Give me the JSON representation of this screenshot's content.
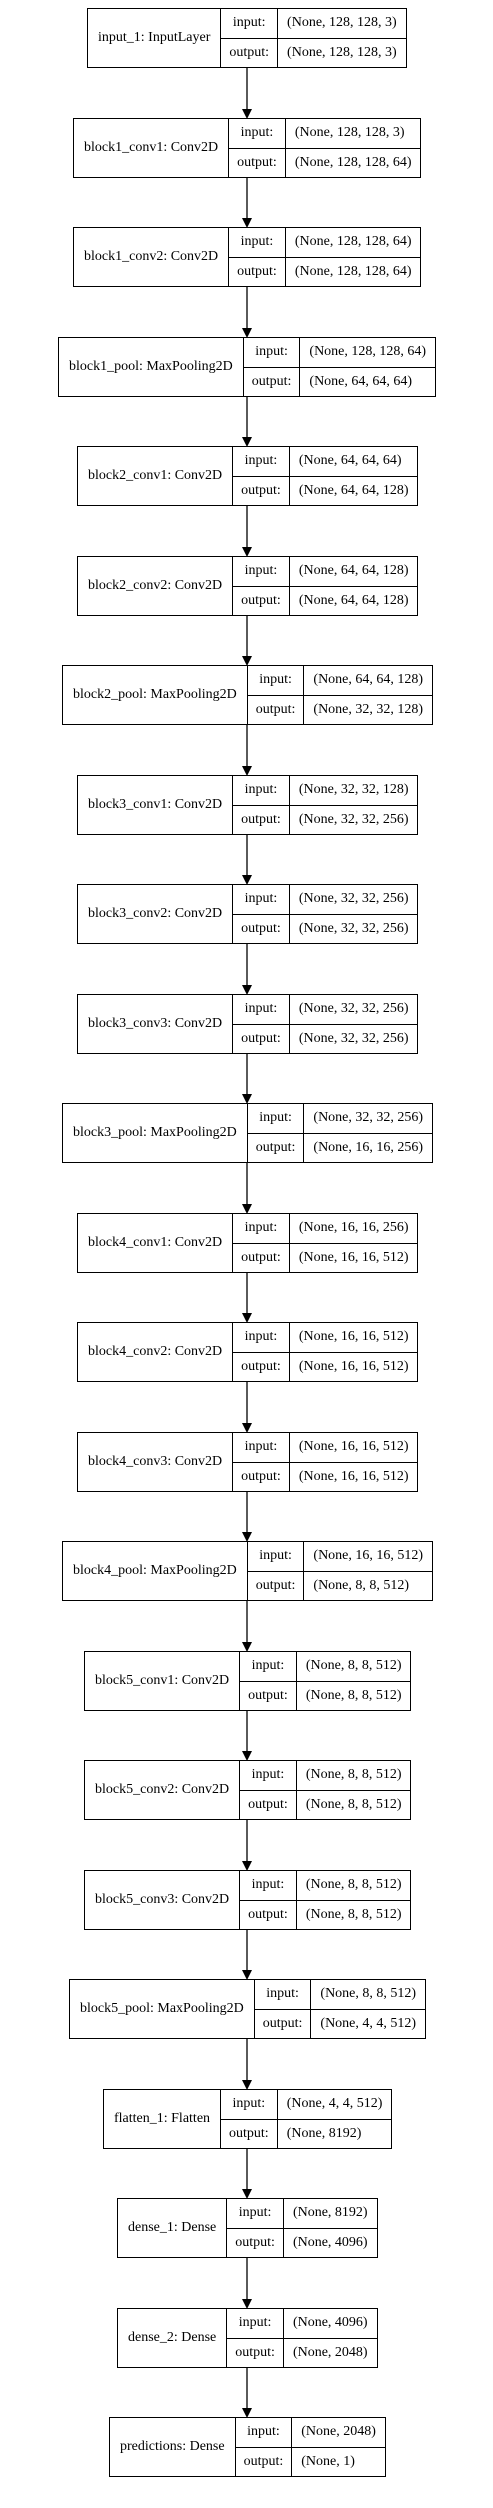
{
  "labels": {
    "input": "input:",
    "output": "output:"
  },
  "layers": [
    {
      "name": "input_1: InputLayer",
      "input": "(None, 128, 128, 3)",
      "output": "(None, 128, 128, 3)"
    },
    {
      "name": "block1_conv1: Conv2D",
      "input": "(None, 128, 128, 3)",
      "output": "(None, 128, 128, 64)"
    },
    {
      "name": "block1_conv2: Conv2D",
      "input": "(None, 128, 128, 64)",
      "output": "(None, 128, 128, 64)"
    },
    {
      "name": "block1_pool: MaxPooling2D",
      "input": "(None, 128, 128, 64)",
      "output": "(None, 64, 64, 64)"
    },
    {
      "name": "block2_conv1: Conv2D",
      "input": "(None, 64, 64, 64)",
      "output": "(None, 64, 64, 128)"
    },
    {
      "name": "block2_conv2: Conv2D",
      "input": "(None, 64, 64, 128)",
      "output": "(None, 64, 64, 128)"
    },
    {
      "name": "block2_pool: MaxPooling2D",
      "input": "(None, 64, 64, 128)",
      "output": "(None, 32, 32, 128)"
    },
    {
      "name": "block3_conv1: Conv2D",
      "input": "(None, 32, 32, 128)",
      "output": "(None, 32, 32, 256)"
    },
    {
      "name": "block3_conv2: Conv2D",
      "input": "(None, 32, 32, 256)",
      "output": "(None, 32, 32, 256)"
    },
    {
      "name": "block3_conv3: Conv2D",
      "input": "(None, 32, 32, 256)",
      "output": "(None, 32, 32, 256)"
    },
    {
      "name": "block3_pool: MaxPooling2D",
      "input": "(None, 32, 32, 256)",
      "output": "(None, 16, 16, 256)"
    },
    {
      "name": "block4_conv1: Conv2D",
      "input": "(None, 16, 16, 256)",
      "output": "(None, 16, 16, 512)"
    },
    {
      "name": "block4_conv2: Conv2D",
      "input": "(None, 16, 16, 512)",
      "output": "(None, 16, 16, 512)"
    },
    {
      "name": "block4_conv3: Conv2D",
      "input": "(None, 16, 16, 512)",
      "output": "(None, 16, 16, 512)"
    },
    {
      "name": "block4_pool: MaxPooling2D",
      "input": "(None, 16, 16, 512)",
      "output": "(None, 8, 8, 512)"
    },
    {
      "name": "block5_conv1: Conv2D",
      "input": "(None, 8, 8, 512)",
      "output": "(None, 8, 8, 512)"
    },
    {
      "name": "block5_conv2: Conv2D",
      "input": "(None, 8, 8, 512)",
      "output": "(None, 8, 8, 512)"
    },
    {
      "name": "block5_conv3: Conv2D",
      "input": "(None, 8, 8, 512)",
      "output": "(None, 8, 8, 512)"
    },
    {
      "name": "block5_pool: MaxPooling2D",
      "input": "(None, 8, 8, 512)",
      "output": "(None, 4, 4, 512)"
    },
    {
      "name": "flatten_1: Flatten",
      "input": "(None, 4, 4, 512)",
      "output": "(None, 8192)"
    },
    {
      "name": "dense_1: Dense",
      "input": "(None, 8192)",
      "output": "(None, 4096)"
    },
    {
      "name": "dense_2: Dense",
      "input": "(None, 4096)",
      "output": "(None, 2048)"
    },
    {
      "name": "predictions: Dense",
      "input": "(None, 2048)",
      "output": "(None, 1)"
    }
  ],
  "colors": {
    "stroke": "#000000",
    "background": "#ffffff"
  }
}
